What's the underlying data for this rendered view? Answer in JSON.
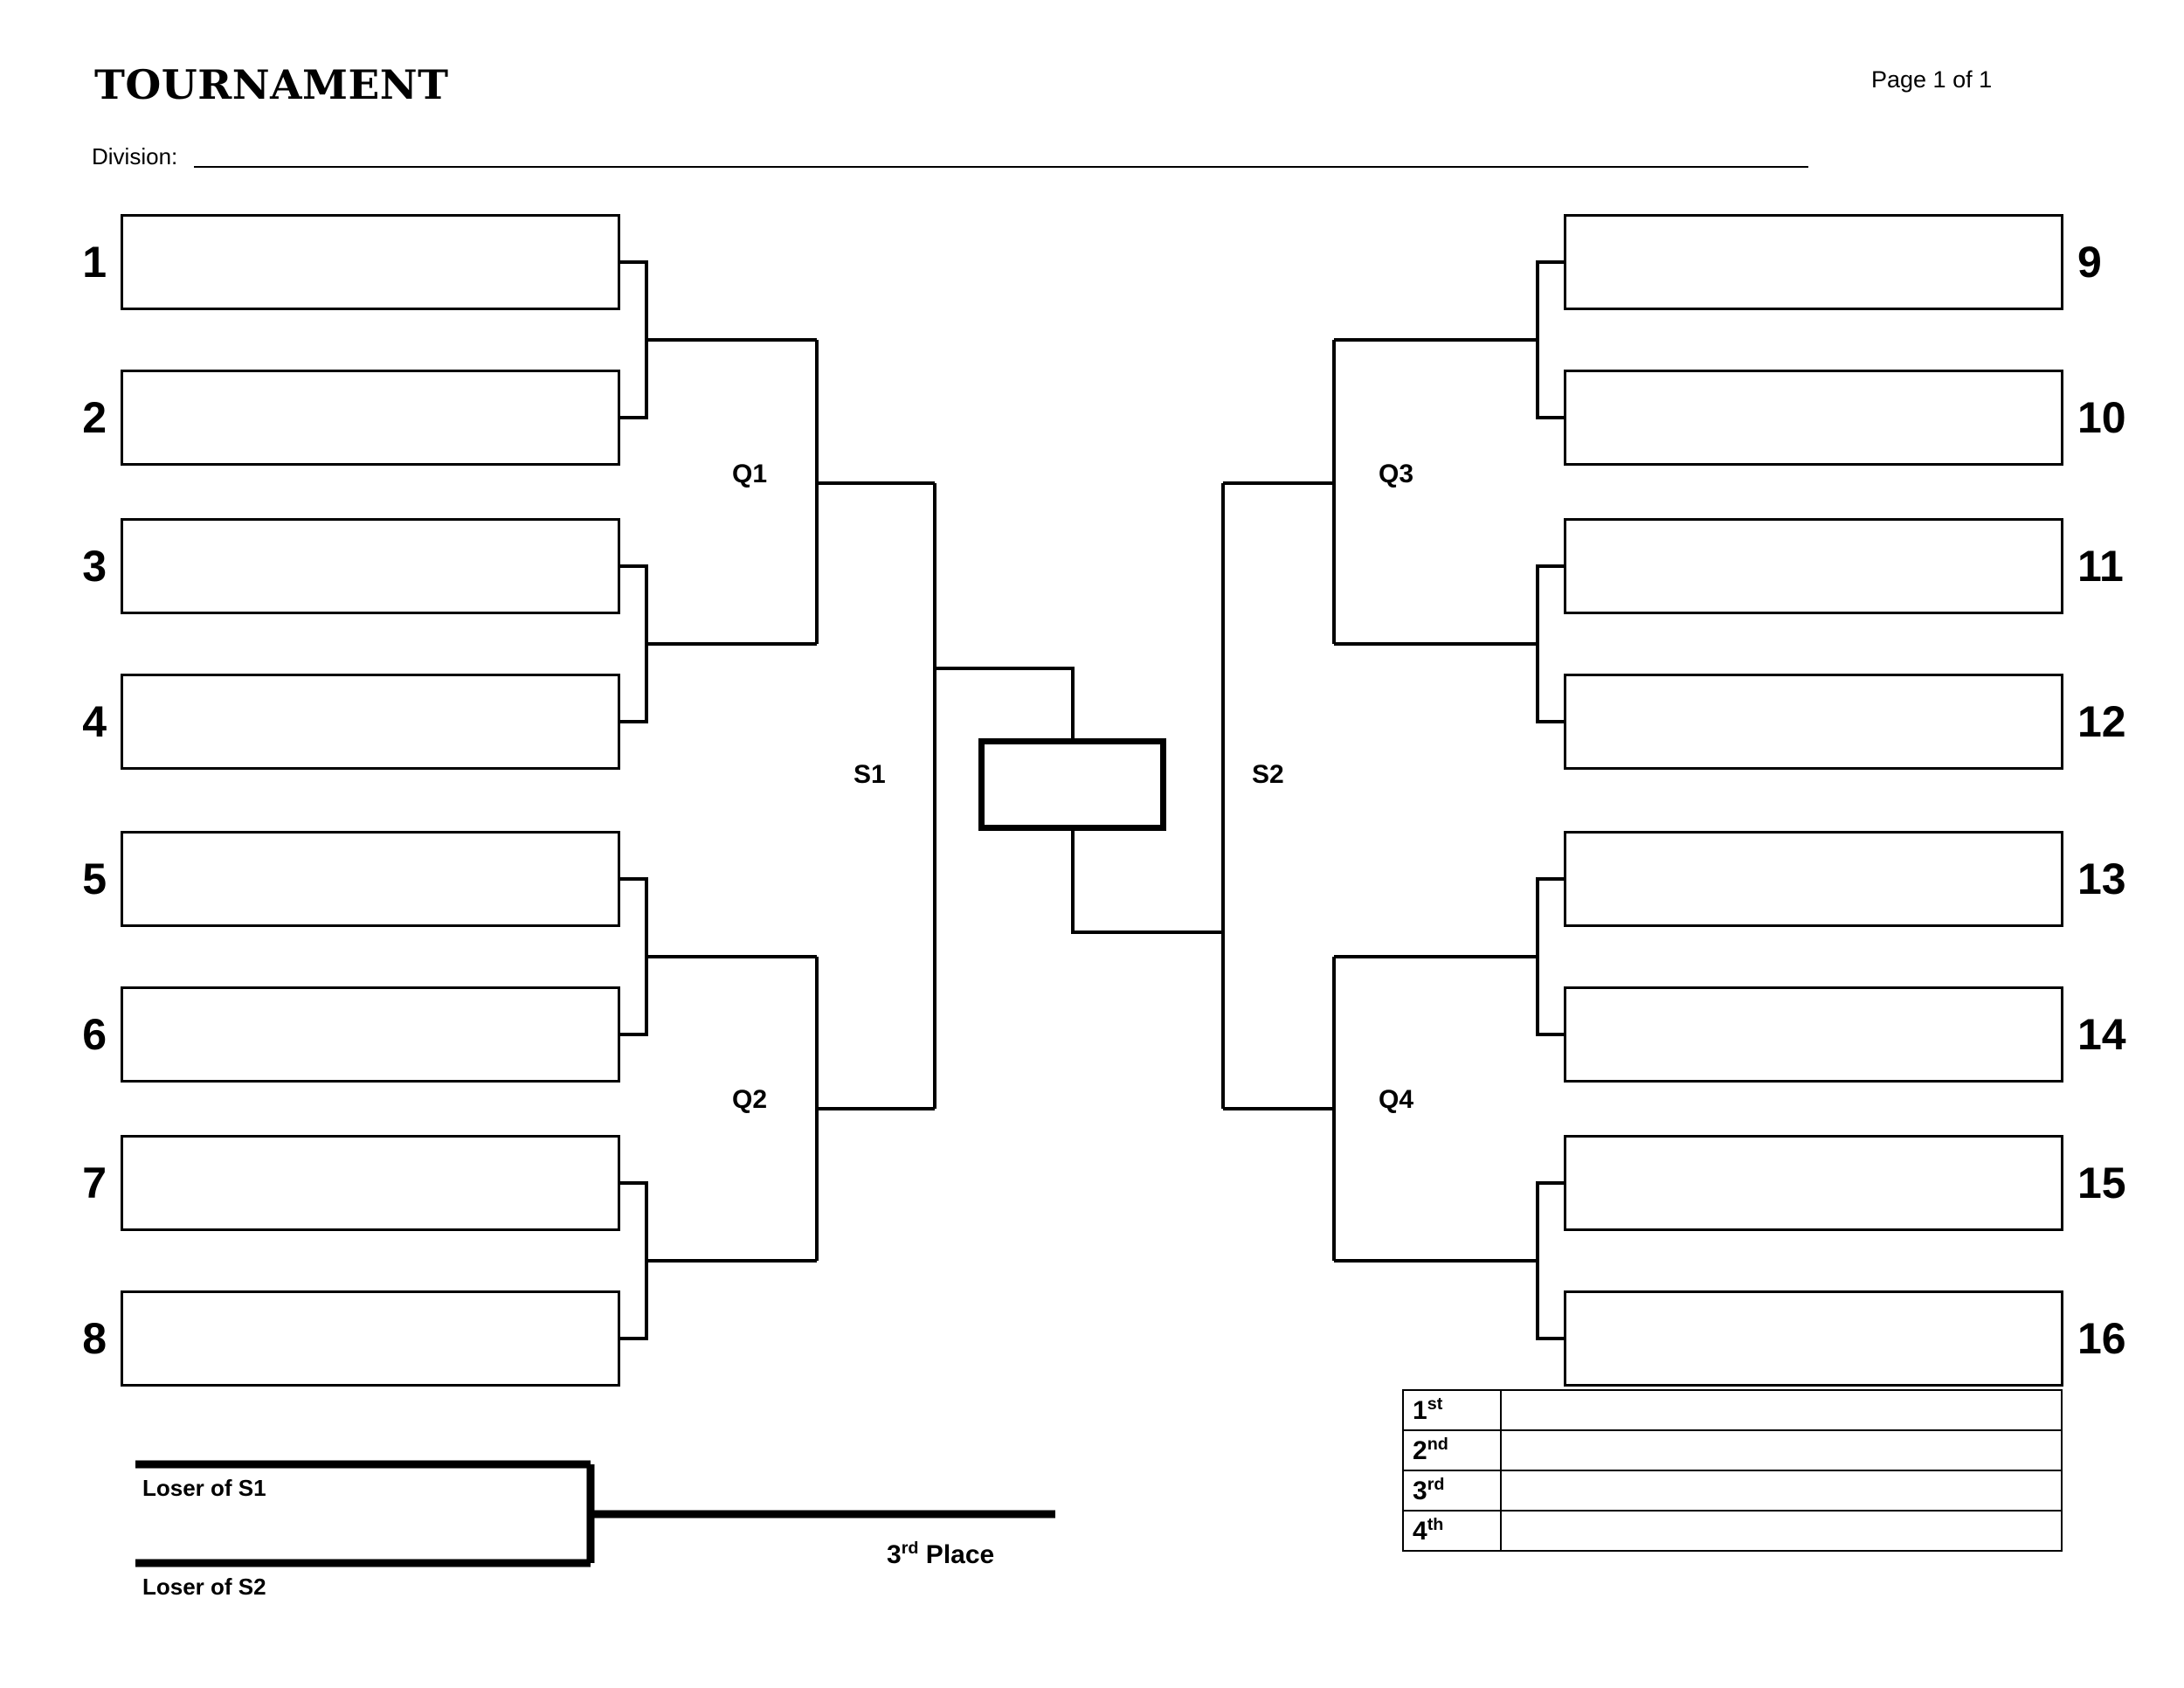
{
  "header": {
    "title": "TOURNAMENT",
    "page_label": "Page 1 of 1",
    "division_label": "Division:",
    "division_value": ""
  },
  "bracket": {
    "left_seeds": [
      {
        "number": "1",
        "entrant": ""
      },
      {
        "number": "2",
        "entrant": ""
      },
      {
        "number": "3",
        "entrant": ""
      },
      {
        "number": "4",
        "entrant": ""
      },
      {
        "number": "5",
        "entrant": ""
      },
      {
        "number": "6",
        "entrant": ""
      },
      {
        "number": "7",
        "entrant": ""
      },
      {
        "number": "8",
        "entrant": ""
      }
    ],
    "right_seeds": [
      {
        "number": "9",
        "entrant": ""
      },
      {
        "number": "10",
        "entrant": ""
      },
      {
        "number": "11",
        "entrant": ""
      },
      {
        "number": "12",
        "entrant": ""
      },
      {
        "number": "13",
        "entrant": ""
      },
      {
        "number": "14",
        "entrant": ""
      },
      {
        "number": "15",
        "entrant": ""
      },
      {
        "number": "16",
        "entrant": ""
      }
    ],
    "quarterfinals": [
      {
        "label": "Q1"
      },
      {
        "label": "Q2"
      },
      {
        "label": "Q3"
      },
      {
        "label": "Q4"
      }
    ],
    "semifinals": [
      {
        "label": "S1"
      },
      {
        "label": "S2"
      }
    ],
    "final": {
      "winner": ""
    }
  },
  "consolation": {
    "top_label": "Loser of S1",
    "bottom_label": "Loser of S2",
    "result_label_number": "3",
    "result_label_suffix": "rd",
    "result_label_text": " Place",
    "winner": ""
  },
  "placements": {
    "rows": [
      {
        "rank_number": "1",
        "rank_suffix": "st",
        "value": ""
      },
      {
        "rank_number": "2",
        "rank_suffix": "nd",
        "value": ""
      },
      {
        "rank_number": "3",
        "rank_suffix": "rd",
        "value": ""
      },
      {
        "rank_number": "4",
        "rank_suffix": "th",
        "value": ""
      }
    ]
  },
  "colors": {
    "ink": "#000000",
    "paper": "#ffffff"
  }
}
